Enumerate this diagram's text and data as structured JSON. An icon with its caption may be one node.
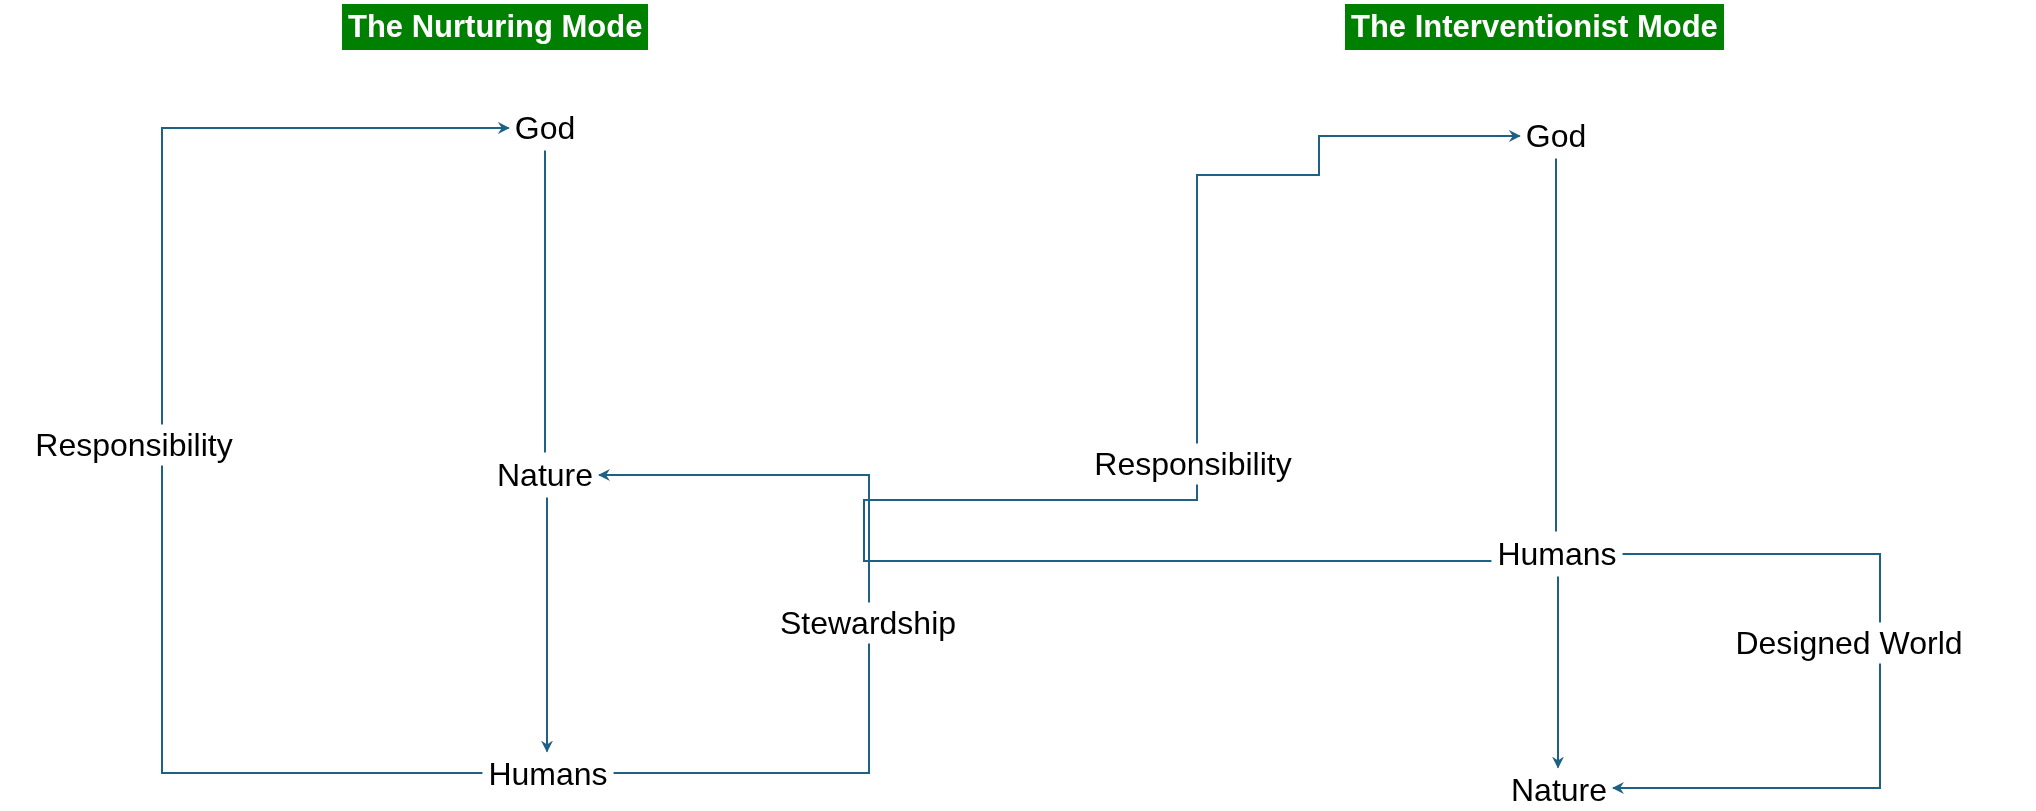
{
  "diagram": {
    "nodes": [
      {
        "text": [
          "God"
        ]
      },
      {
        "text": [
          "Nature"
        ]
      },
      {
        "text": [
          "Humans"
        ]
      },
      {
        "text": [
          "God"
        ]
      },
      {
        "text": [
          "Humans"
        ]
      },
      {
        "text": [
          "Nature"
        ]
      }
    ],
    "edges": [
      {
        "from": 0,
        "to": 1,
        "arrow": "none"
      },
      {
        "from": 1,
        "to": 2,
        "arrow": "to"
      },
      {
        "from": 2,
        "to": 0,
        "arrow": "to",
        "label": "Responsibility"
      },
      {
        "from": 2,
        "to": 1,
        "arrow": "to",
        "label": "Stewardship"
      },
      {
        "from": 3,
        "to": 4,
        "arrow": "none"
      },
      {
        "from": 4,
        "to": 5,
        "arrow": "to"
      },
      {
        "from": 4,
        "to": 5,
        "arrow": "to",
        "label": "Designed World"
      },
      {
        "from": 4,
        "to": 3,
        "arrow": "to",
        "label": "Responsibility"
      }
    ],
    "labels": [
      "The Nurturing Mode",
      "The Interventionist Mode"
    ]
  }
}
